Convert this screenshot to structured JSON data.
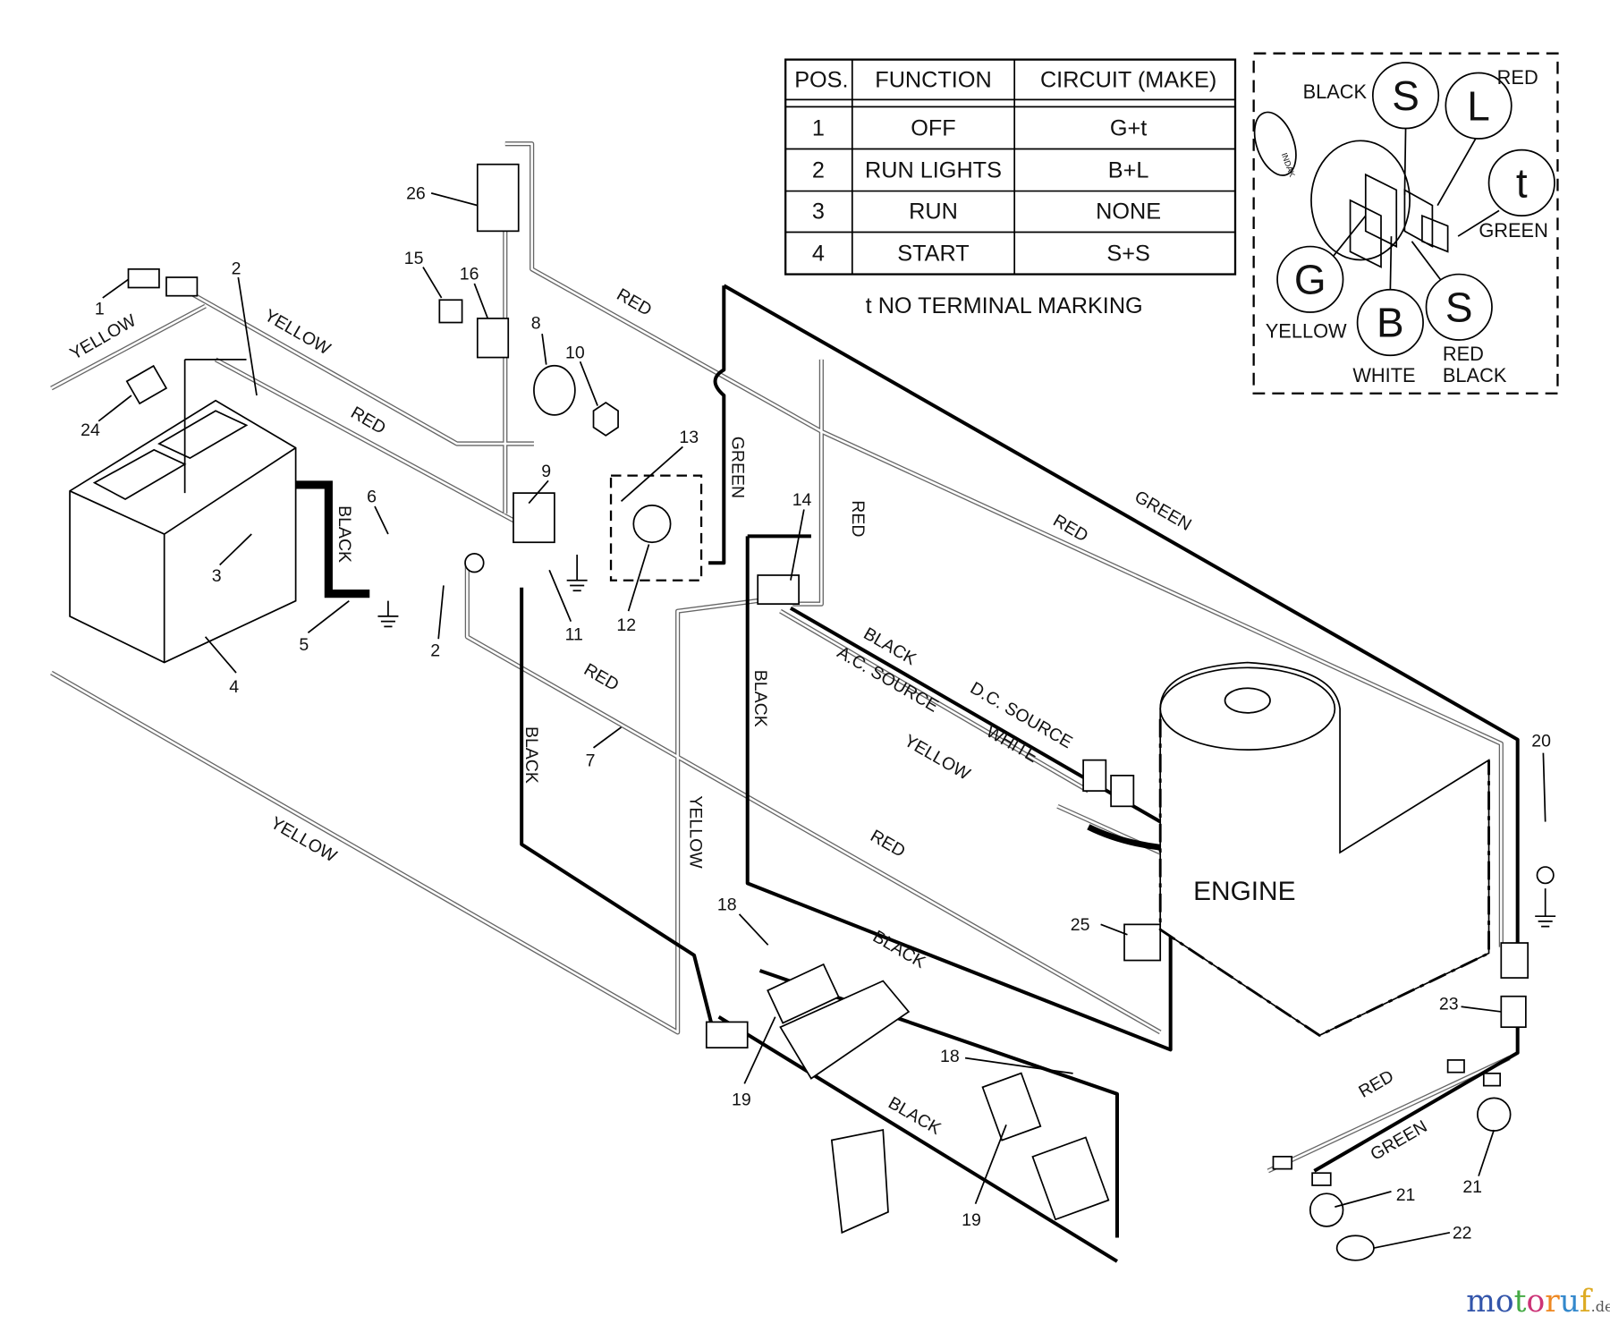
{
  "table": {
    "headers": [
      "POS.",
      "FUNCTION",
      "CIRCUIT  (MAKE)"
    ],
    "rows": [
      [
        "1",
        "OFF",
        "G+t"
      ],
      [
        "2",
        "RUN LIGHTS",
        "B+L"
      ],
      [
        "3",
        "RUN",
        "NONE"
      ],
      [
        "4",
        "START",
        "S+S"
      ]
    ],
    "footnote": "t  NO TERMINAL MARKING"
  },
  "switch_inset": {
    "terminals": [
      "S",
      "L",
      "t",
      "G",
      "B",
      "S"
    ],
    "wire_colors": [
      "BLACK",
      "RED",
      "GREEN",
      "YELLOW",
      "WHITE",
      "RED",
      "BLACK"
    ],
    "key_brand": "INDAK"
  },
  "wire_labels": [
    "YELLOW",
    "YELLOW",
    "RED",
    "RED",
    "BLACK",
    "GREEN",
    "RED",
    "RED",
    "GREEN",
    "BLACK",
    "A.C. SOURCE",
    "D.C. SOURCE",
    "WHITE",
    "YELLOW",
    "RED",
    "BLACK",
    "BLACK",
    "YELLOW",
    "RED",
    "YELLOW",
    "BLACK",
    "BLACK",
    "RED",
    "GREEN"
  ],
  "engine_label": "ENGINE",
  "part_numbers": [
    "1",
    "2",
    "24",
    "3",
    "4",
    "5",
    "6",
    "2",
    "7",
    "26",
    "15",
    "16",
    "8",
    "10",
    "9",
    "13",
    "11",
    "12",
    "14",
    "20",
    "25",
    "23",
    "18",
    "19",
    "18",
    "19",
    "21",
    "21",
    "22"
  ],
  "watermark": "motoruf.de"
}
